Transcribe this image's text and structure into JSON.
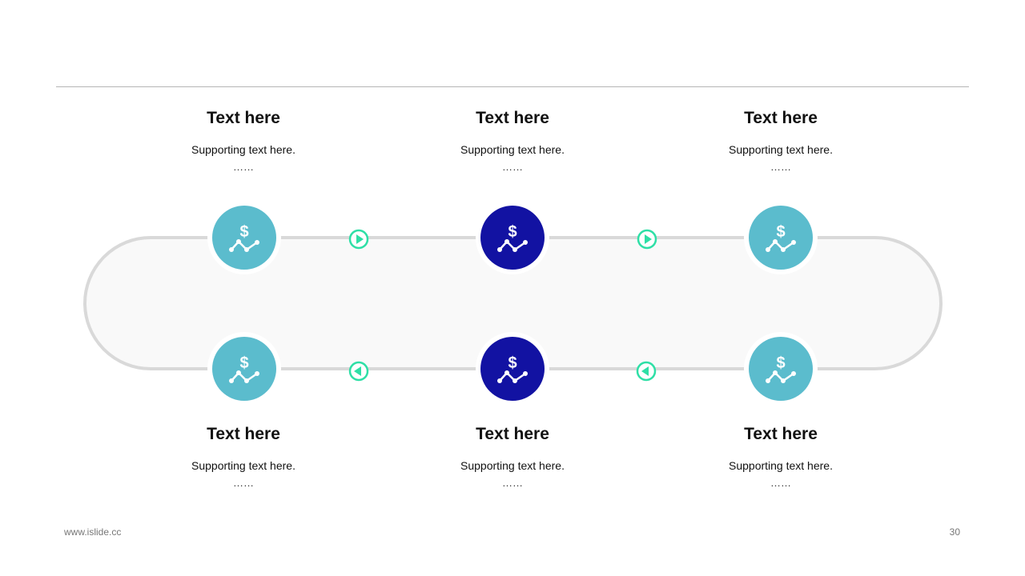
{
  "colors": {
    "node_light": "#5bbccd",
    "node_dark": "#1212a2",
    "track": "#d9d9d9",
    "track_fill": "#f9f9f9",
    "arrow": "#2edfa6",
    "rule": "#b5b5b5"
  },
  "steps": [
    {
      "title": "Text here",
      "sub": "Supporting text here.",
      "dots": "……",
      "tone": "light",
      "icon": "dollar-chart-icon"
    },
    {
      "title": "Text here",
      "sub": "Supporting text here.",
      "dots": "……",
      "tone": "dark",
      "icon": "dollar-chart-icon"
    },
    {
      "title": "Text here",
      "sub": "Supporting text here.",
      "dots": "……",
      "tone": "light",
      "icon": "dollar-chart-icon"
    },
    {
      "title": "Text here",
      "sub": "Supporting text here.",
      "dots": "……",
      "tone": "light",
      "icon": "dollar-chart-icon"
    },
    {
      "title": "Text here",
      "sub": "Supporting text here.",
      "dots": "……",
      "tone": "dark",
      "icon": "dollar-chart-icon"
    },
    {
      "title": "Text here",
      "sub": "Supporting text here.",
      "dots": "……",
      "tone": "light",
      "icon": "dollar-chart-icon"
    }
  ],
  "arrows": [
    {
      "direction": "right",
      "icon": "play-right-icon"
    },
    {
      "direction": "right",
      "icon": "play-right-icon"
    },
    {
      "direction": "left",
      "icon": "play-left-icon"
    },
    {
      "direction": "left",
      "icon": "play-left-icon"
    }
  ],
  "footer": {
    "website": "www.islide.cc",
    "page_number": "30"
  }
}
